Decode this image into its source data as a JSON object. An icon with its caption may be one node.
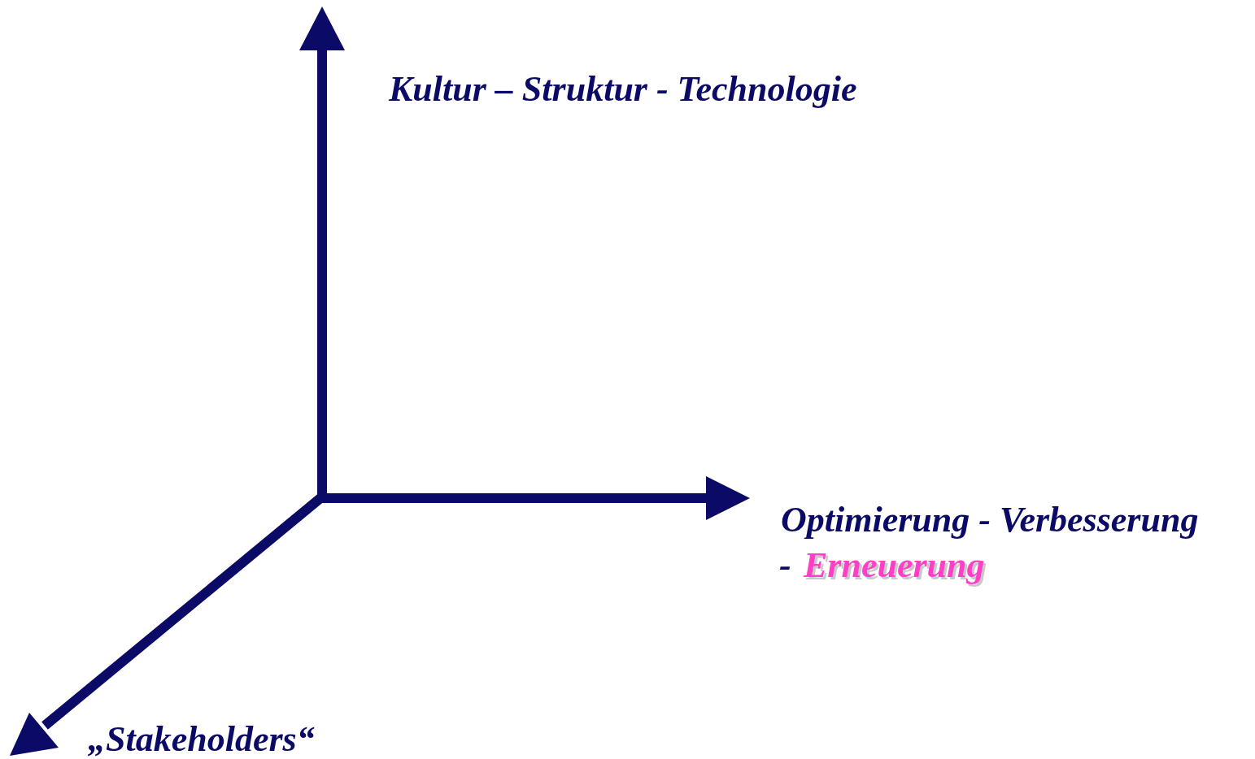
{
  "diagram": {
    "labels": [
      "Kultur – Struktur - Technologie",
      "Optimierung - Verbesserung",
      "-",
      "Erneuerung",
      "„Stakeholders“"
    ]
  }
}
